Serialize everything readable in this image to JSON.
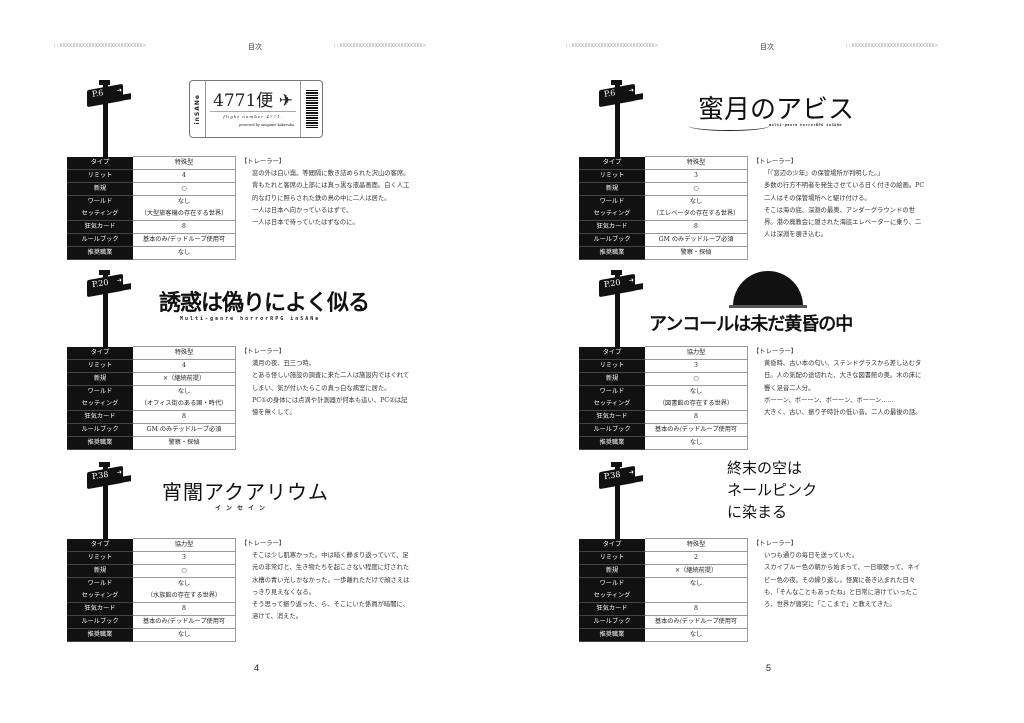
{
  "header": {
    "decoration": "::XXXXXXXXXXXXXXXXXXXXXXXXXX>",
    "title": "目次"
  },
  "table_labels": {
    "type": "タイプ",
    "limit": "リミット",
    "new": "新規",
    "world": "ワールド",
    "setting": "セッティング",
    "madness": "狂気カード",
    "rulebook": "ルールブック",
    "job": "推奨職業"
  },
  "trailer_label": "【トレーラー】",
  "pages": [
    {
      "page_number": "4",
      "entries": [
        {
          "page_ref": "P.6",
          "logo": {
            "main": "4771便",
            "icon": "airplane-icon",
            "side": "inSANe",
            "sub": "flight number 4771.",
            "credit": "powered by unigame kakeruka"
          },
          "type": "特殊型",
          "limit": "4",
          "new": "○",
          "world": "なし",
          "setting": "（大型旅客機の存在する世界）",
          "madness": "8",
          "rulebook": "基本のみ/デッドループ使用可",
          "job": "なし",
          "trailer": [
            "窓の外は白い靄。等間隔に敷き詰められた沢山の客席。",
            "背もたれと客席の上部には真っ黒な液晶画面。白く人工",
            "的な灯りに照らされた鉄の鳥の中に二人は居た。",
            "一人は日本へ向かっているはずで、",
            "一人は日本で待っていたはずなのに。"
          ]
        },
        {
          "page_ref": "P.20",
          "logo": {
            "main": "誘惑は偽りによく似る",
            "sub": "Multi-genre horrorRPG inSANe"
          },
          "type": "特殊型",
          "limit": "4",
          "new": "×（継続前提）",
          "world": "なし",
          "setting": "（オフィス街のある国・時代）",
          "madness": "8",
          "rulebook": "GM のみデッドループ必須",
          "job": "警察・探偵",
          "trailer": [
            "満月の夜、丑三つ時。",
            "とある怪しい施設の調査に来た二人は施設内ではぐれて",
            "しまい、気が付いたらこの真っ白な病室に居た。",
            "PC①の身体には点滴や計測器が何本も這い、PC②は記",
            "憶を無くして。"
          ]
        },
        {
          "page_ref": "P.38",
          "logo": {
            "main": "宵闇アクアリウム",
            "sub": "インセイン"
          },
          "type": "協力型",
          "limit": "3",
          "new": "○",
          "world": "なし",
          "setting": "（水族館の存在する世界）",
          "madness": "8",
          "rulebook": "基本のみ/デッドループ使用可",
          "job": "なし",
          "trailer": [
            "そこは少し肌寒かった。中は暗く静まり返っていて、足",
            "元の非常灯と、生き物たちを起こさない程度に灯された",
            "水槽の青い光しかなかった。一歩離れただけで顔さえは",
            "っきり見えなくなる。",
            "そう思って振り返った、ら、そこにいた係員が暗闇に、",
            "溶けて、消えた。"
          ]
        }
      ]
    },
    {
      "page_number": "5",
      "entries": [
        {
          "page_ref": "P.6",
          "logo": {
            "main": "蜜月のアビス",
            "sub": "multi-genre horrorRPG inSANe"
          },
          "type": "特殊型",
          "limit": "3",
          "new": "○",
          "world": "なし",
          "setting": "（エレベータの存在する世界）",
          "madness": "8",
          "rulebook": "GM のみデッドループ必須",
          "job": "警察・探偵",
          "trailer": [
            "「『窓辺の少年』の保管場所が判明した。」",
            "多数の行方不明者を発生させている日く付きの絵画。PC",
            "二人はその保管場所へと駆け付ける。",
            "そこは海の底、深淵の最奥、アンダーグラウンドの世",
            "界。港の廃教会に隠された海底エレベーターに乗り、二",
            "人は深淵を覗き込む。"
          ]
        },
        {
          "page_ref": "P.20",
          "logo": {
            "main": "アンコールは未だ黄昏の中",
            "icon": "sunset-icon"
          },
          "type": "協力型",
          "limit": "3",
          "new": "○",
          "world": "なし",
          "setting": "（図書館の存在する世界）",
          "madness": "8",
          "rulebook": "基本のみ/デッドループ使用可",
          "job": "なし",
          "trailer": [
            "黄昏時、古い本の匂い、ステンドグラスから差し込むタ",
            "日。人の気配の途切れた、大きな図書館の奥。木の床に",
            "響く足音二人分。",
            "ボーーン、ボーーン、ボーーン、ボーーン……",
            "大きく、古い、振り子時計の低い音。二人の最後の話。"
          ]
        },
        {
          "page_ref": "P.38",
          "logo": {
            "line1": "終末の空は",
            "line2": "ネールピンク",
            "line3": "に染まる"
          },
          "type": "特殊型",
          "limit": "2",
          "new": "×（継続前提）",
          "world": "なし",
          "setting": "",
          "madness": "8",
          "rulebook": "基本のみ/デッドループ使用可",
          "job": "なし",
          "trailer": [
            "いつも通りの毎日を送っていた。",
            "スカイブルー色の朝から始まって、一日頑張って、ネイ",
            "ビー色の夜。その繰り返し。怪異に巻き込まれた日々",
            "も、「そんなこともあったね」と日常に溶けていったこ",
            "ろ、世界が唐突に「ここまで」と教えてきた。"
          ]
        }
      ]
    }
  ]
}
